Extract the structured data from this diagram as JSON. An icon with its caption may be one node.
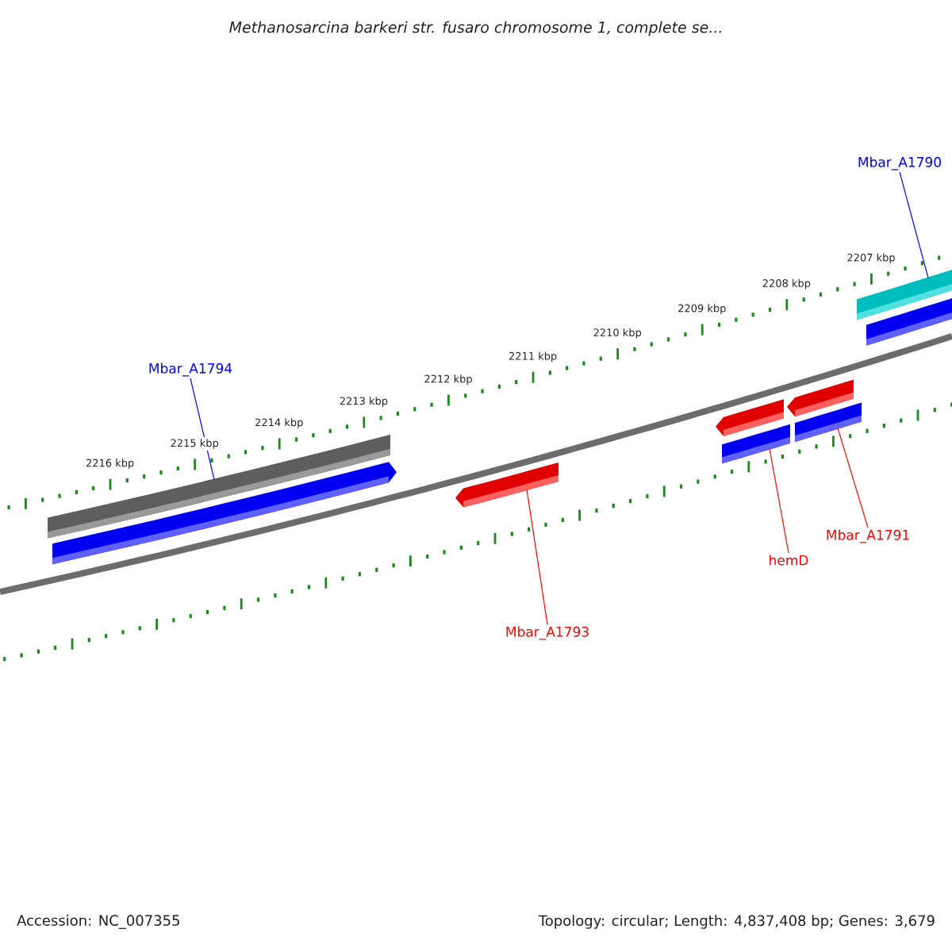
{
  "diagram": {
    "title": "Methanosarcina barkeri str. fusaro chromosome 1, complete se...",
    "nodes": [
      {
        "text": [
          "Mbar_A1790"
        ]
      },
      {
        "text": [
          "Mbar_A1794"
        ]
      },
      {
        "text": [
          "Mbar_A1793"
        ]
      },
      {
        "text": [
          "hemD"
        ]
      },
      {
        "text": [
          "Mbar_A1791"
        ]
      },
      {
        "text": [],
        "shape": "bar"
      },
      {
        "text": [],
        "shape": "bar"
      },
      {
        "text": [],
        "shape": "bar"
      },
      {
        "text": [],
        "shape": "bar"
      },
      {
        "text": [],
        "shape": "bar"
      },
      {
        "text": [],
        "shape": "bar"
      },
      {
        "text": [],
        "shape": "bar"
      },
      {
        "text": [],
        "shape": "bar"
      },
      {
        "text": [],
        "shape": "bar"
      }
    ],
    "edges": [
      {
        "from": 1,
        "to": 5,
        "arrow": "none",
        "color": "#0000ff"
      },
      {
        "from": 2,
        "to": 7,
        "arrow": "none"
      },
      {
        "from": 3,
        "to": 9,
        "arrow": "none"
      },
      {
        "from": 4,
        "to": 11,
        "arrow": "none"
      },
      {
        "from": 0,
        "to": 12,
        "arrow": "none",
        "color": "#0000ff"
      }
    ],
    "labels": [
      "2207 kbp",
      "2208 kbp",
      "2209 kbp",
      "2210 kbp",
      "2211 kbp",
      "2212 kbp",
      "2213 kbp",
      "2214 kbp",
      "2215 kbp",
      "2216 kbp",
      "Accession: NC_007355",
      "Topology: circular; Length: 4,837,408 bp; Genes: 3,679"
    ]
  }
}
